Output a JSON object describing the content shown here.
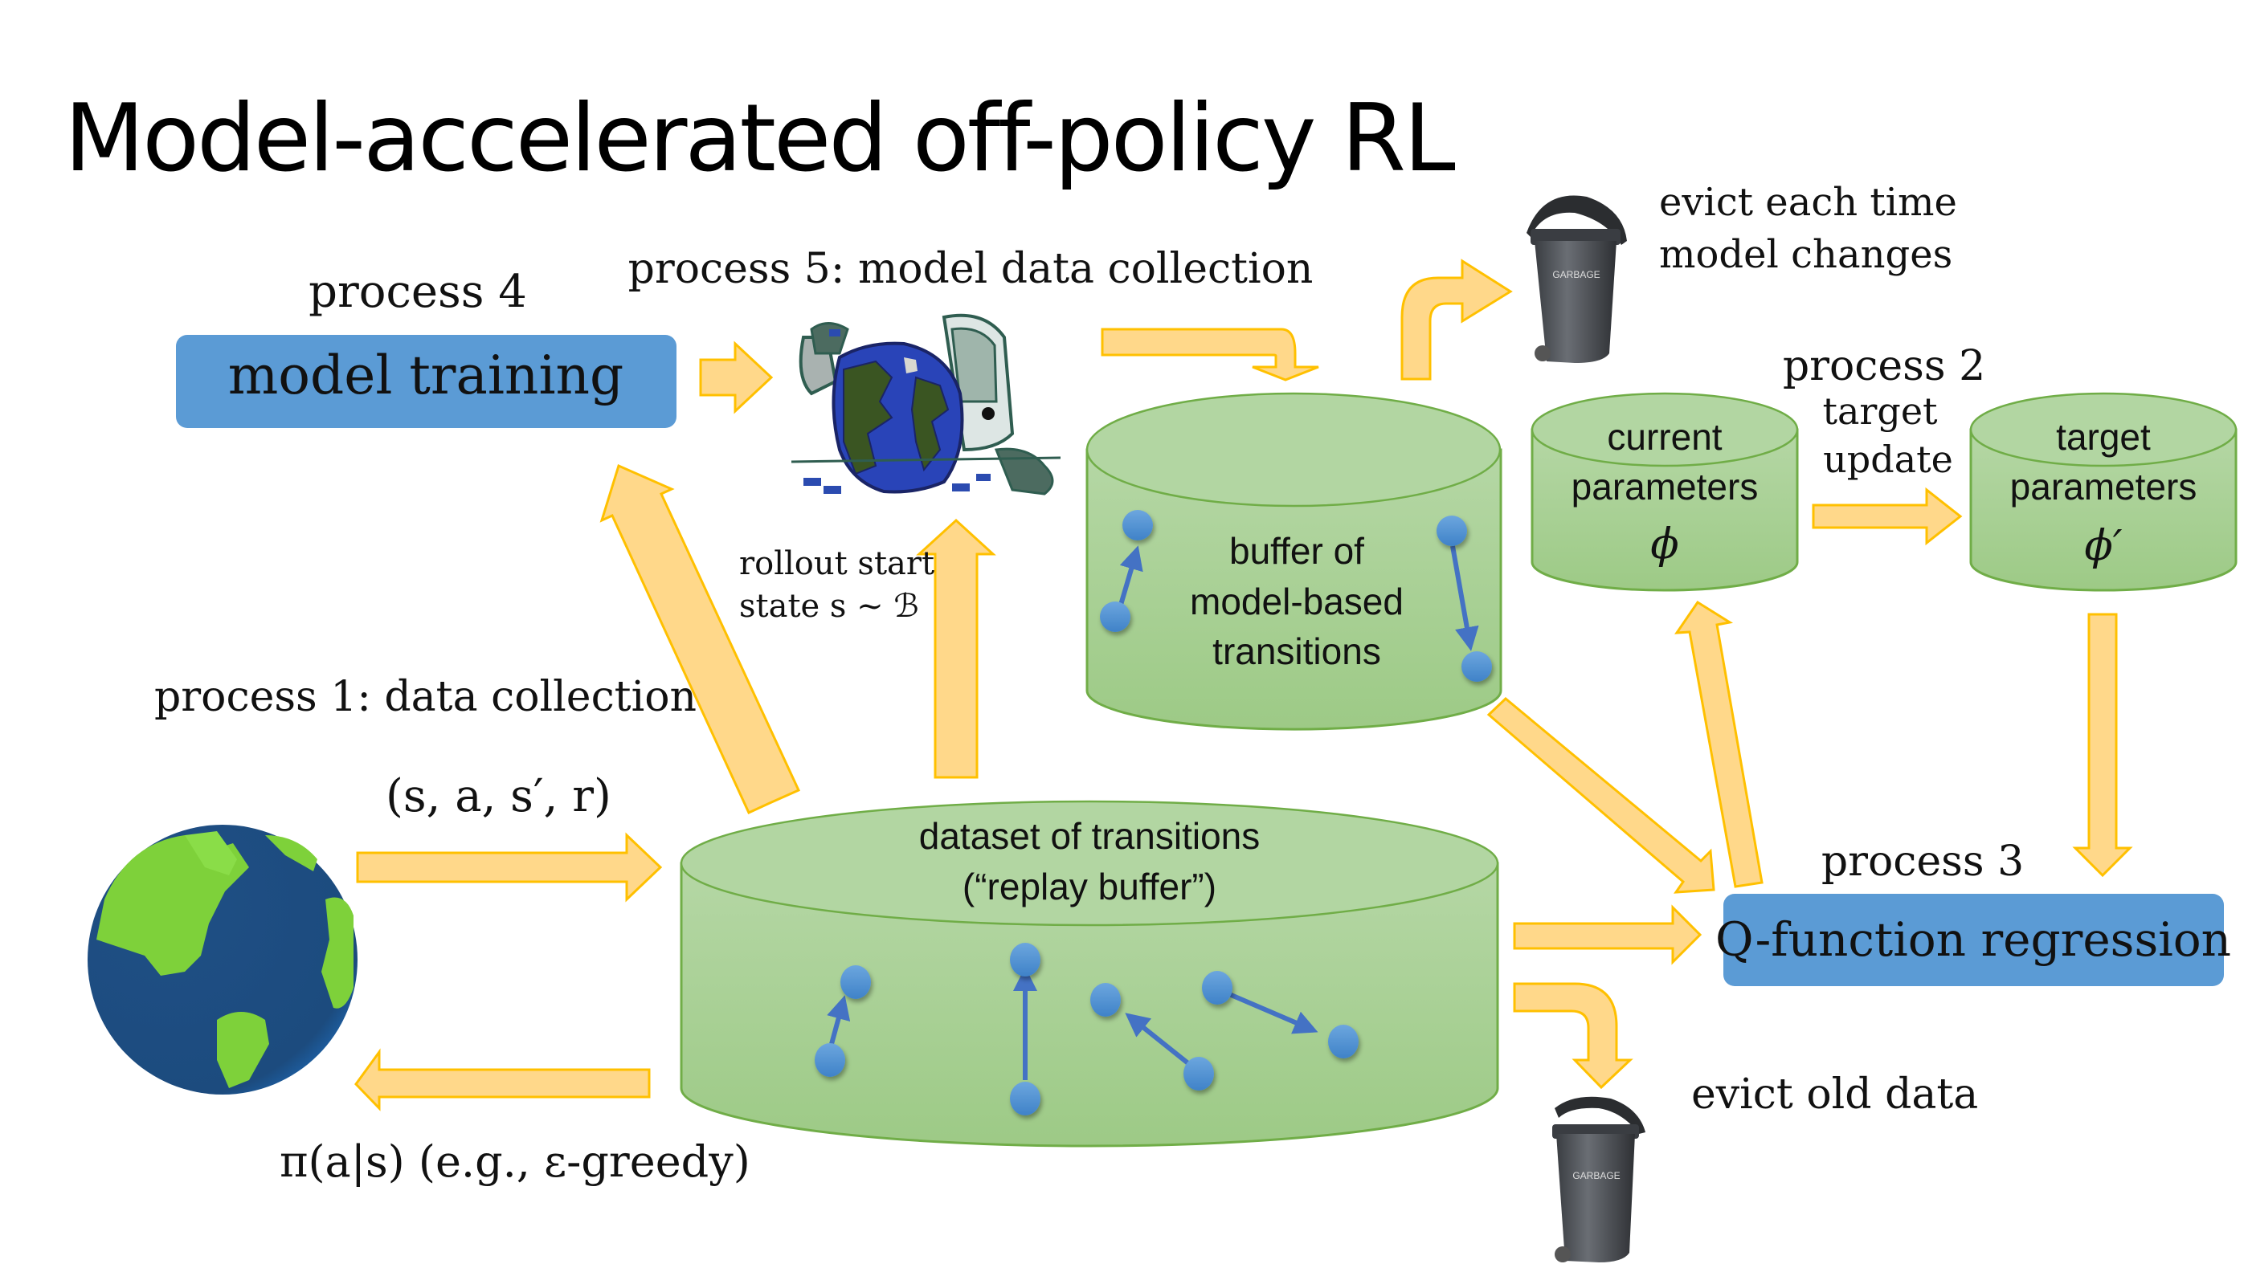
{
  "title": "Model-accelerated off-policy RL",
  "process4": {
    "label": "process 4",
    "box": "model training"
  },
  "process5": {
    "label": "process 5: model data collection"
  },
  "rollout": {
    "line1": "rollout start",
    "line2": "state s ~ ℬ"
  },
  "process1": {
    "label": "process 1: data collection",
    "tuple": "(s, a, s′, r)",
    "policy": "π(a|s) (e.g., ε-greedy)"
  },
  "model_buffer": {
    "line1": "buffer of",
    "line2": "model-based",
    "line3": "transitions"
  },
  "evict_model": {
    "line1": "evict each time",
    "line2": "model changes"
  },
  "process2": {
    "label": "process 2",
    "line1": "target",
    "line2": "update"
  },
  "current_params": {
    "line1": "current",
    "line2": "parameters",
    "symbol": "ϕ"
  },
  "target_params": {
    "line1": "target",
    "line2": "parameters",
    "symbol": "ϕ′"
  },
  "replay_buffer": {
    "line1": "dataset of transitions",
    "line2": "(“replay buffer”)"
  },
  "process3": {
    "label": "process 3",
    "box": "Q-function regression"
  },
  "evict_old": {
    "label": "evict old data"
  },
  "garbage_label": "GARBAGE",
  "colors": {
    "arrow_fill": "#FFD88A",
    "arrow_stroke": "#FFC000",
    "box_blue": "#5B9BD5",
    "cylinder_green": "#A9D18E",
    "dot_blue": "#5B9BD5"
  }
}
